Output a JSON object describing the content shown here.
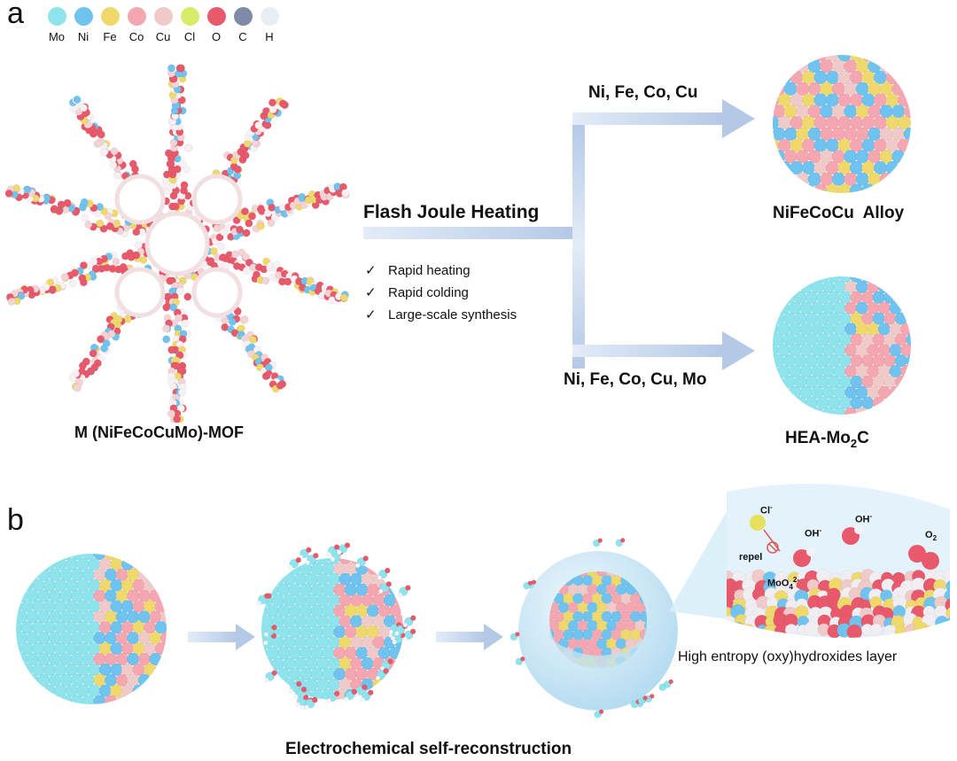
{
  "panels": {
    "a": "a",
    "b": "b"
  },
  "legend": [
    {
      "label": "Mo",
      "color": "#8fe3ec"
    },
    {
      "label": "Ni",
      "color": "#6fc3ee"
    },
    {
      "label": "Fe",
      "color": "#efd86c"
    },
    {
      "label": "Co",
      "color": "#f4a7b1"
    },
    {
      "label": "Cu",
      "color": "#f0c9c9"
    },
    {
      "label": "Cl",
      "color": "#d8ec6a"
    },
    {
      "label": "O",
      "color": "#e8596b"
    },
    {
      "label": "C",
      "color": "#7f8aa6"
    },
    {
      "label": "H",
      "color": "#e9edf4"
    }
  ],
  "panel_a": {
    "mof_label": "M (NiFeCoCuMo)-MOF",
    "process_title": "Flash Joule Heating",
    "checks": [
      {
        "mark": "✓",
        "text": "Rapid heating"
      },
      {
        "mark": "✓",
        "text": "Rapid colding"
      },
      {
        "mark": "✓",
        "text": "Large-scale synthesis"
      }
    ],
    "route_top": "Ni, Fe, Co, Cu",
    "route_bottom": "Ni, Fe, Co, Cu, Mo",
    "product_top": "NiFeCoCu  Alloy",
    "product_bottom": {
      "main": "HEA-Mo",
      "sub": "2",
      "tail": "C"
    }
  },
  "panel_b": {
    "caption": "Electrochemical self-reconstruction",
    "layer_label": "High entropy (oxy)hydroxides layer",
    "inset": {
      "cl": {
        "main": "Cl",
        "sup": "-"
      },
      "oh1": {
        "main": "OH",
        "sup": "-"
      },
      "oh2": {
        "main": "OH",
        "sup": "-"
      },
      "o2": {
        "main": "O",
        "sub": "2"
      },
      "repel": "repel",
      "moo4": {
        "main": "MoO",
        "sub": "4",
        "sup": "2-"
      }
    }
  },
  "colors": {
    "arrow": "#b9cde8",
    "mo": "#8fe3ec",
    "ni": "#6fc3ee",
    "fe": "#efd86c",
    "co": "#f4a7b1",
    "cu": "#f0c9c9",
    "o": "#e8596b",
    "shell": "#cfe9f6"
  }
}
